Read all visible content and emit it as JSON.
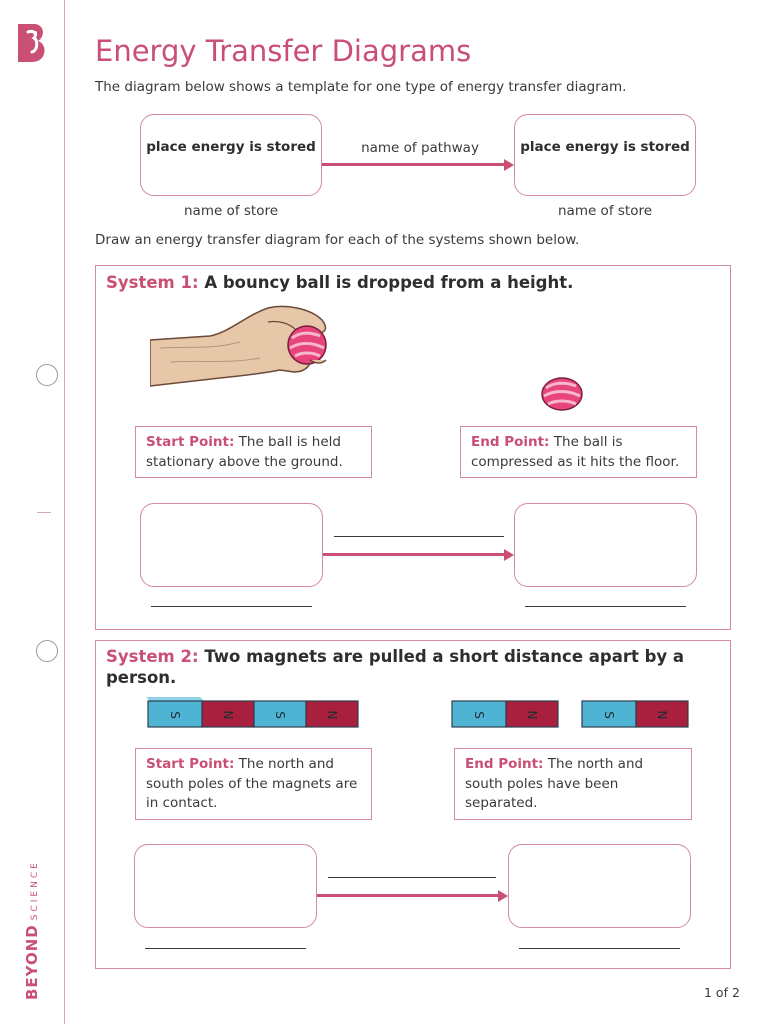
{
  "page": {
    "title": "Energy Transfer Diagrams",
    "intro": "The diagram below shows a template for one type of energy transfer diagram.",
    "instruction": "Draw an energy transfer diagram for each of the systems shown below.",
    "page_number": "1 of 2"
  },
  "brand": {
    "word1": "BEYOND",
    "word2": "SCIENCE"
  },
  "template": {
    "left_box": "place energy is stored",
    "right_box": "place energy is stored",
    "pathway": "name of pathway",
    "left_under": "name of store",
    "right_under": "name of store"
  },
  "system1": {
    "label": "System 1:",
    "text": "A bouncy ball is dropped from a height.",
    "start_label": "Start Point:",
    "start_text": "The ball is held stationary above the ground.",
    "end_label": "End Point:",
    "end_text": "The ball is compressed as it hits the floor."
  },
  "system2": {
    "label": "System 2:",
    "text": "Two magnets are pulled a short distance apart by a person.",
    "start_label": "Start Point:",
    "start_text": "The north and south poles of the magnets are in contact.",
    "end_label": "End Point:",
    "end_text": "The north and south poles have been separated."
  },
  "magnets": {
    "south": "S",
    "north": "N"
  },
  "colors": {
    "accent": "#c94f74",
    "border": "#d48aa0",
    "magnet_south": "#4fb3d4",
    "magnet_north": "#a8203d",
    "ball": "#e8457f"
  }
}
